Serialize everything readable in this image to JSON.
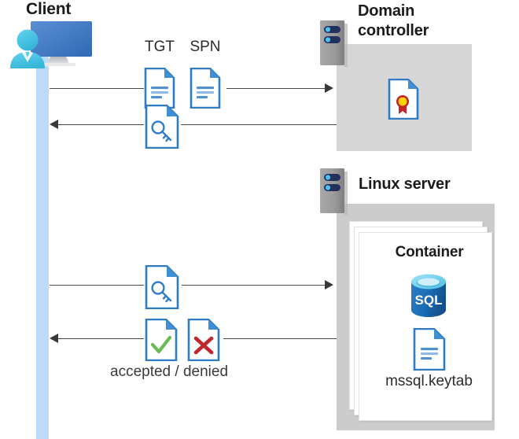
{
  "diagram": {
    "title_client": "Client",
    "title_domain_controller": "Domain\ncontroller",
    "title_domain_controller_line1": "Domain",
    "title_domain_controller_line2": "controller",
    "title_linux_server": "Linux server",
    "title_container": "Container",
    "label_tgt": "TGT",
    "label_spn": "SPN",
    "label_keytab": "mssql.keytab",
    "label_accepted_denied": "accepted / denied",
    "label_sql": "SQL",
    "icons": {
      "client_computer": "desktop-computer-icon",
      "client_person": "person-icon",
      "dc_rack": "server-rack-icon",
      "linux_rack": "server-rack-icon",
      "certificate_doc": "certificate-document-icon",
      "tgt_doc": "text-document-icon",
      "spn_doc": "text-document-icon",
      "key_doc_upper": "key-document-icon",
      "key_doc_lower": "key-document-icon",
      "accepted_doc": "checkmark-document-icon",
      "denied_doc": "cross-document-icon",
      "sql_db": "sql-database-icon",
      "keytab_doc": "text-document-icon"
    },
    "flows": [
      {
        "name": "client-to-dc-request",
        "direction": "right"
      },
      {
        "name": "dc-to-client-ticket",
        "direction": "left"
      },
      {
        "name": "client-to-container-request",
        "direction": "right"
      },
      {
        "name": "container-to-client-response",
        "direction": "left"
      }
    ],
    "colors": {
      "lifeline": "#bcdbfb",
      "doc_border": "#2a7cc7",
      "doc_fold": "#3f8fd2",
      "server_box_dc": "#d6d6d6",
      "server_box_linux": "#cccccc",
      "rack_body": "#9a9a9a",
      "rack_slot": "#23315e",
      "rack_led": "#4cc2f1",
      "accent_blue": "#2f7cc5",
      "check_green": "#67bb52",
      "cross_red": "#c0272d",
      "ribbon_red": "#c0272d",
      "ribbon_gold": "#ffd400",
      "sql_blue": "#1a6bb5",
      "person_cyan": "#4cc3e0",
      "line": "#484848"
    }
  }
}
